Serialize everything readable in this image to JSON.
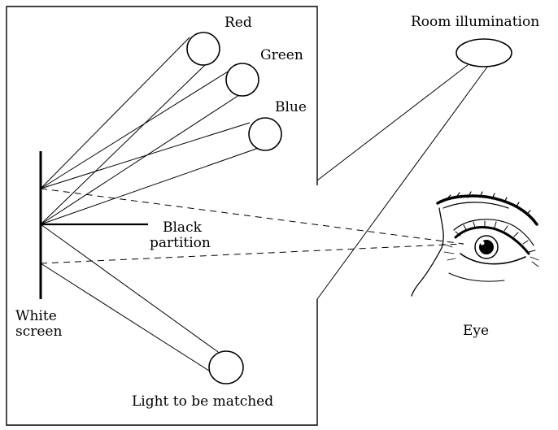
{
  "labels": {
    "red": "Red",
    "green": "Green",
    "blue": "Blue",
    "black_partition_line1": "Black",
    "black_partition_line2": "partition",
    "white_screen_line1": "White",
    "white_screen_line2": "screen",
    "light_to_be_matched": "Light to be matched",
    "room_illumination": "Room illumination",
    "eye": "Eye"
  },
  "colors": {
    "stroke": "#000000",
    "background": "#ffffff"
  }
}
